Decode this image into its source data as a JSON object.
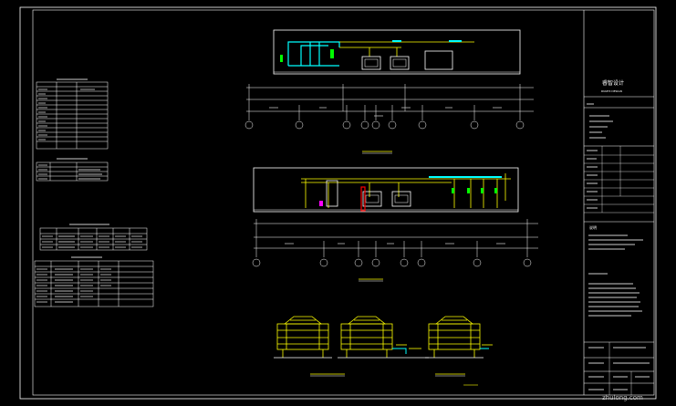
{
  "title_block": {
    "company": "睿智设计",
    "company_sub": "RUIZHI DESIGN",
    "notes_heading": "说明"
  },
  "watermark": "zhulong.com",
  "colors": {
    "background": "#000000",
    "line": "#ffffff",
    "yellow": "#ffff00",
    "cyan": "#00ffff",
    "green": "#00ff00",
    "red": "#ff0000",
    "magenta": "#ff00ff"
  }
}
